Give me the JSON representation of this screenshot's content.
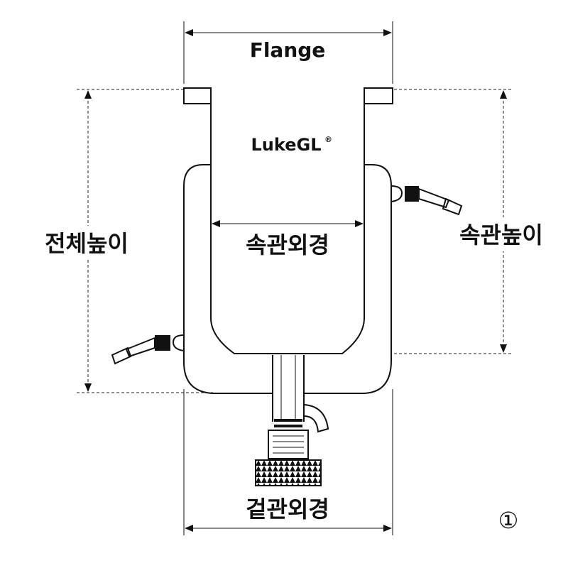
{
  "labels": {
    "flange": "Flange",
    "logo": "LukeGL",
    "logo_mark": "®",
    "total_height": "전체높이",
    "inner_diameter": "속관외경",
    "inner_height": "속관높이",
    "outer_diameter": "겉관외경",
    "figure_number": "①"
  }
}
